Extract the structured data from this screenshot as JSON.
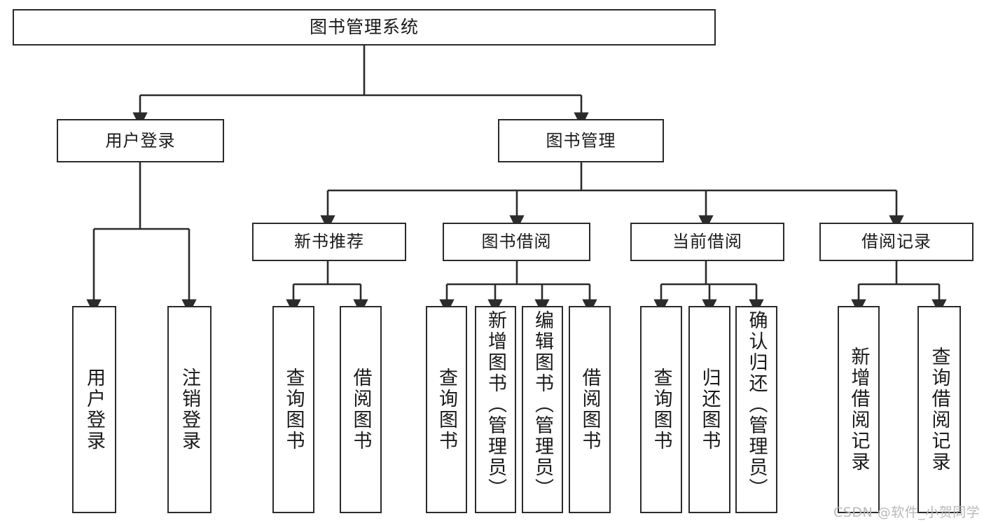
{
  "diagram": {
    "title": "图书管理系统",
    "type": "tree-hierarchy-chart",
    "root": {
      "id": "root",
      "label": "图书管理系统"
    },
    "level1": [
      {
        "id": "user-login",
        "label": "用户登录"
      },
      {
        "id": "book-manage",
        "label": "图书管理"
      }
    ],
    "level2": [
      {
        "id": "new-book-recommend",
        "label": "新书推荐"
      },
      {
        "id": "book-borrow",
        "label": "图书借阅"
      },
      {
        "id": "current-borrow",
        "label": "当前借阅"
      },
      {
        "id": "borrow-record",
        "label": "借阅记录"
      }
    ],
    "leaves": {
      "user_login": [
        {
          "id": "leaf-user-login",
          "label": "用户登录"
        },
        {
          "id": "leaf-logout-login",
          "label": "注销登录"
        }
      ],
      "new_book_recommend": [
        {
          "id": "leaf-query-book-1",
          "label": "查询图书"
        },
        {
          "id": "leaf-borrow-book-1",
          "label": "借阅图书"
        }
      ],
      "book_borrow": [
        {
          "id": "leaf-query-book-2",
          "label": "查询图书"
        },
        {
          "id": "leaf-add-book",
          "label": "新增图书（管理员）"
        },
        {
          "id": "leaf-edit-book",
          "label": "编辑图书（管理员）"
        },
        {
          "id": "leaf-borrow-book-2",
          "label": "借阅图书"
        }
      ],
      "current_borrow": [
        {
          "id": "leaf-query-book-3",
          "label": "查询图书"
        },
        {
          "id": "leaf-return-book",
          "label": "归还图书"
        },
        {
          "id": "leaf-confirm-return",
          "label": "确认归还（管理员）"
        }
      ],
      "borrow_record": [
        {
          "id": "leaf-add-record",
          "label": "新增借阅记录"
        },
        {
          "id": "leaf-query-record",
          "label": "查询借阅记录"
        }
      ]
    }
  },
  "watermark": {
    "text": "CSDN @软件_小贺同学"
  },
  "colors": {
    "stroke": "#2b2b2b",
    "background": "#ffffff",
    "text": "#1a1a1a",
    "watermark": "#b9b9b9"
  }
}
